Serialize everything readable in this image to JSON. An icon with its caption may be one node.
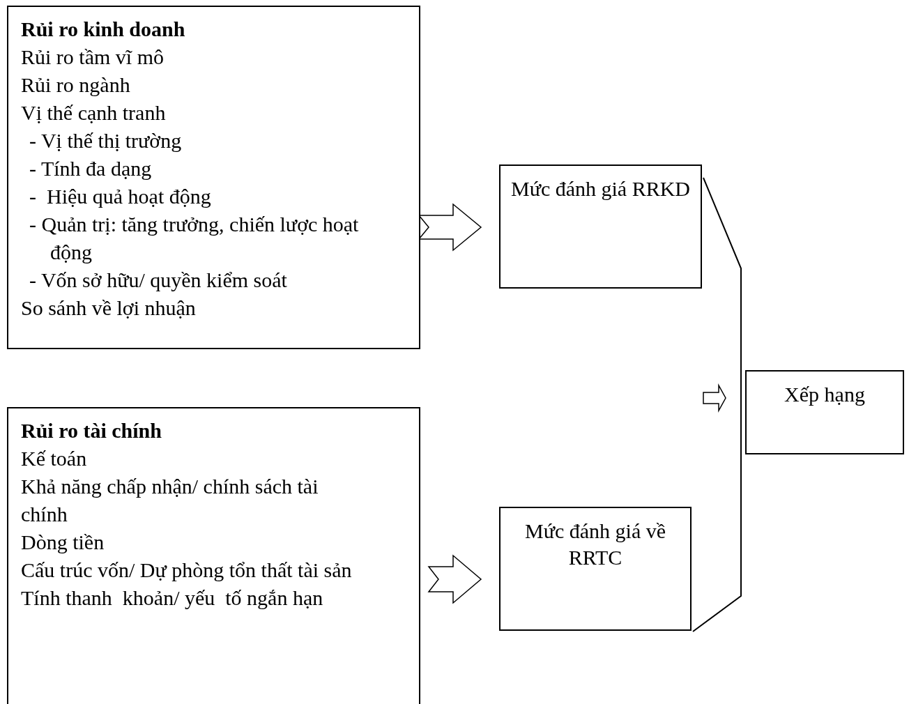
{
  "diagram": {
    "nodes": [
      {
        "text": [
          "Rủi ro kinh doanh",
          "Rủi ro tầm vĩ mô",
          "Rủi ro ngành",
          "Vị thế cạnh tranh",
          "- Vị thế thị trường",
          "- Tính đa dạng",
          "-  Hiệu quả hoạt động",
          "- Quản trị: tăng trưởng, chiến lược hoạt động",
          "- Vốn sở hữu/ quyền kiểm soát",
          "So sánh về lợi nhuận"
        ]
      },
      {
        "text": [
          "Mức đánh giá RRKD"
        ]
      },
      {
        "text": [
          "Xếp hạng"
        ]
      },
      {
        "text": [
          "Rủi ro tài chính",
          "Kế toán",
          "Khả năng chấp nhận/ chính sách tài chính",
          "Dòng tiền",
          "Cấu trúc vốn/ Dự phòng tổn thất tài sản",
          "Tính thanh  khoản/ yếu  tố ngắn hạn"
        ]
      },
      {
        "text": [
          "Mức đánh giá về RRTC"
        ]
      },
      {
        "text": [],
        "shape": "trapezoid"
      }
    ],
    "edges": [
      {
        "from": 0,
        "to": 1,
        "arrow": "to"
      },
      {
        "from": 3,
        "to": 4,
        "arrow": "to"
      },
      {
        "from": 5,
        "to": 2,
        "arrow": "to"
      }
    ]
  }
}
